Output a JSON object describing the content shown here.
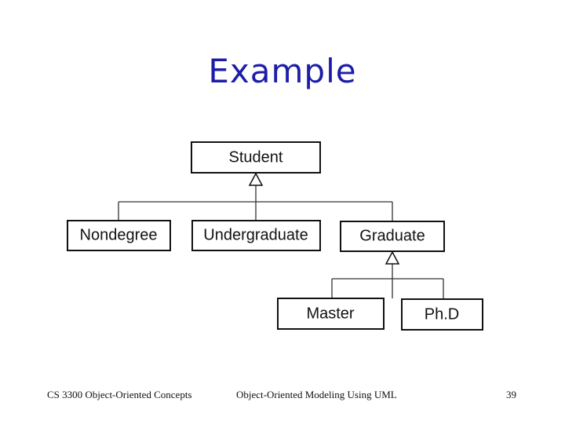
{
  "slide": {
    "title": "Example"
  },
  "diagram": {
    "classes": {
      "student": "Student",
      "nondegree": "Nondegree",
      "undergraduate": "Undergraduate",
      "graduate": "Graduate",
      "master": "Master",
      "phd": "Ph.D"
    }
  },
  "footer": {
    "course": "CS 3300 Object-Oriented Concepts",
    "topic": "Object-Oriented Modeling Using UML",
    "page_number": "39"
  }
}
